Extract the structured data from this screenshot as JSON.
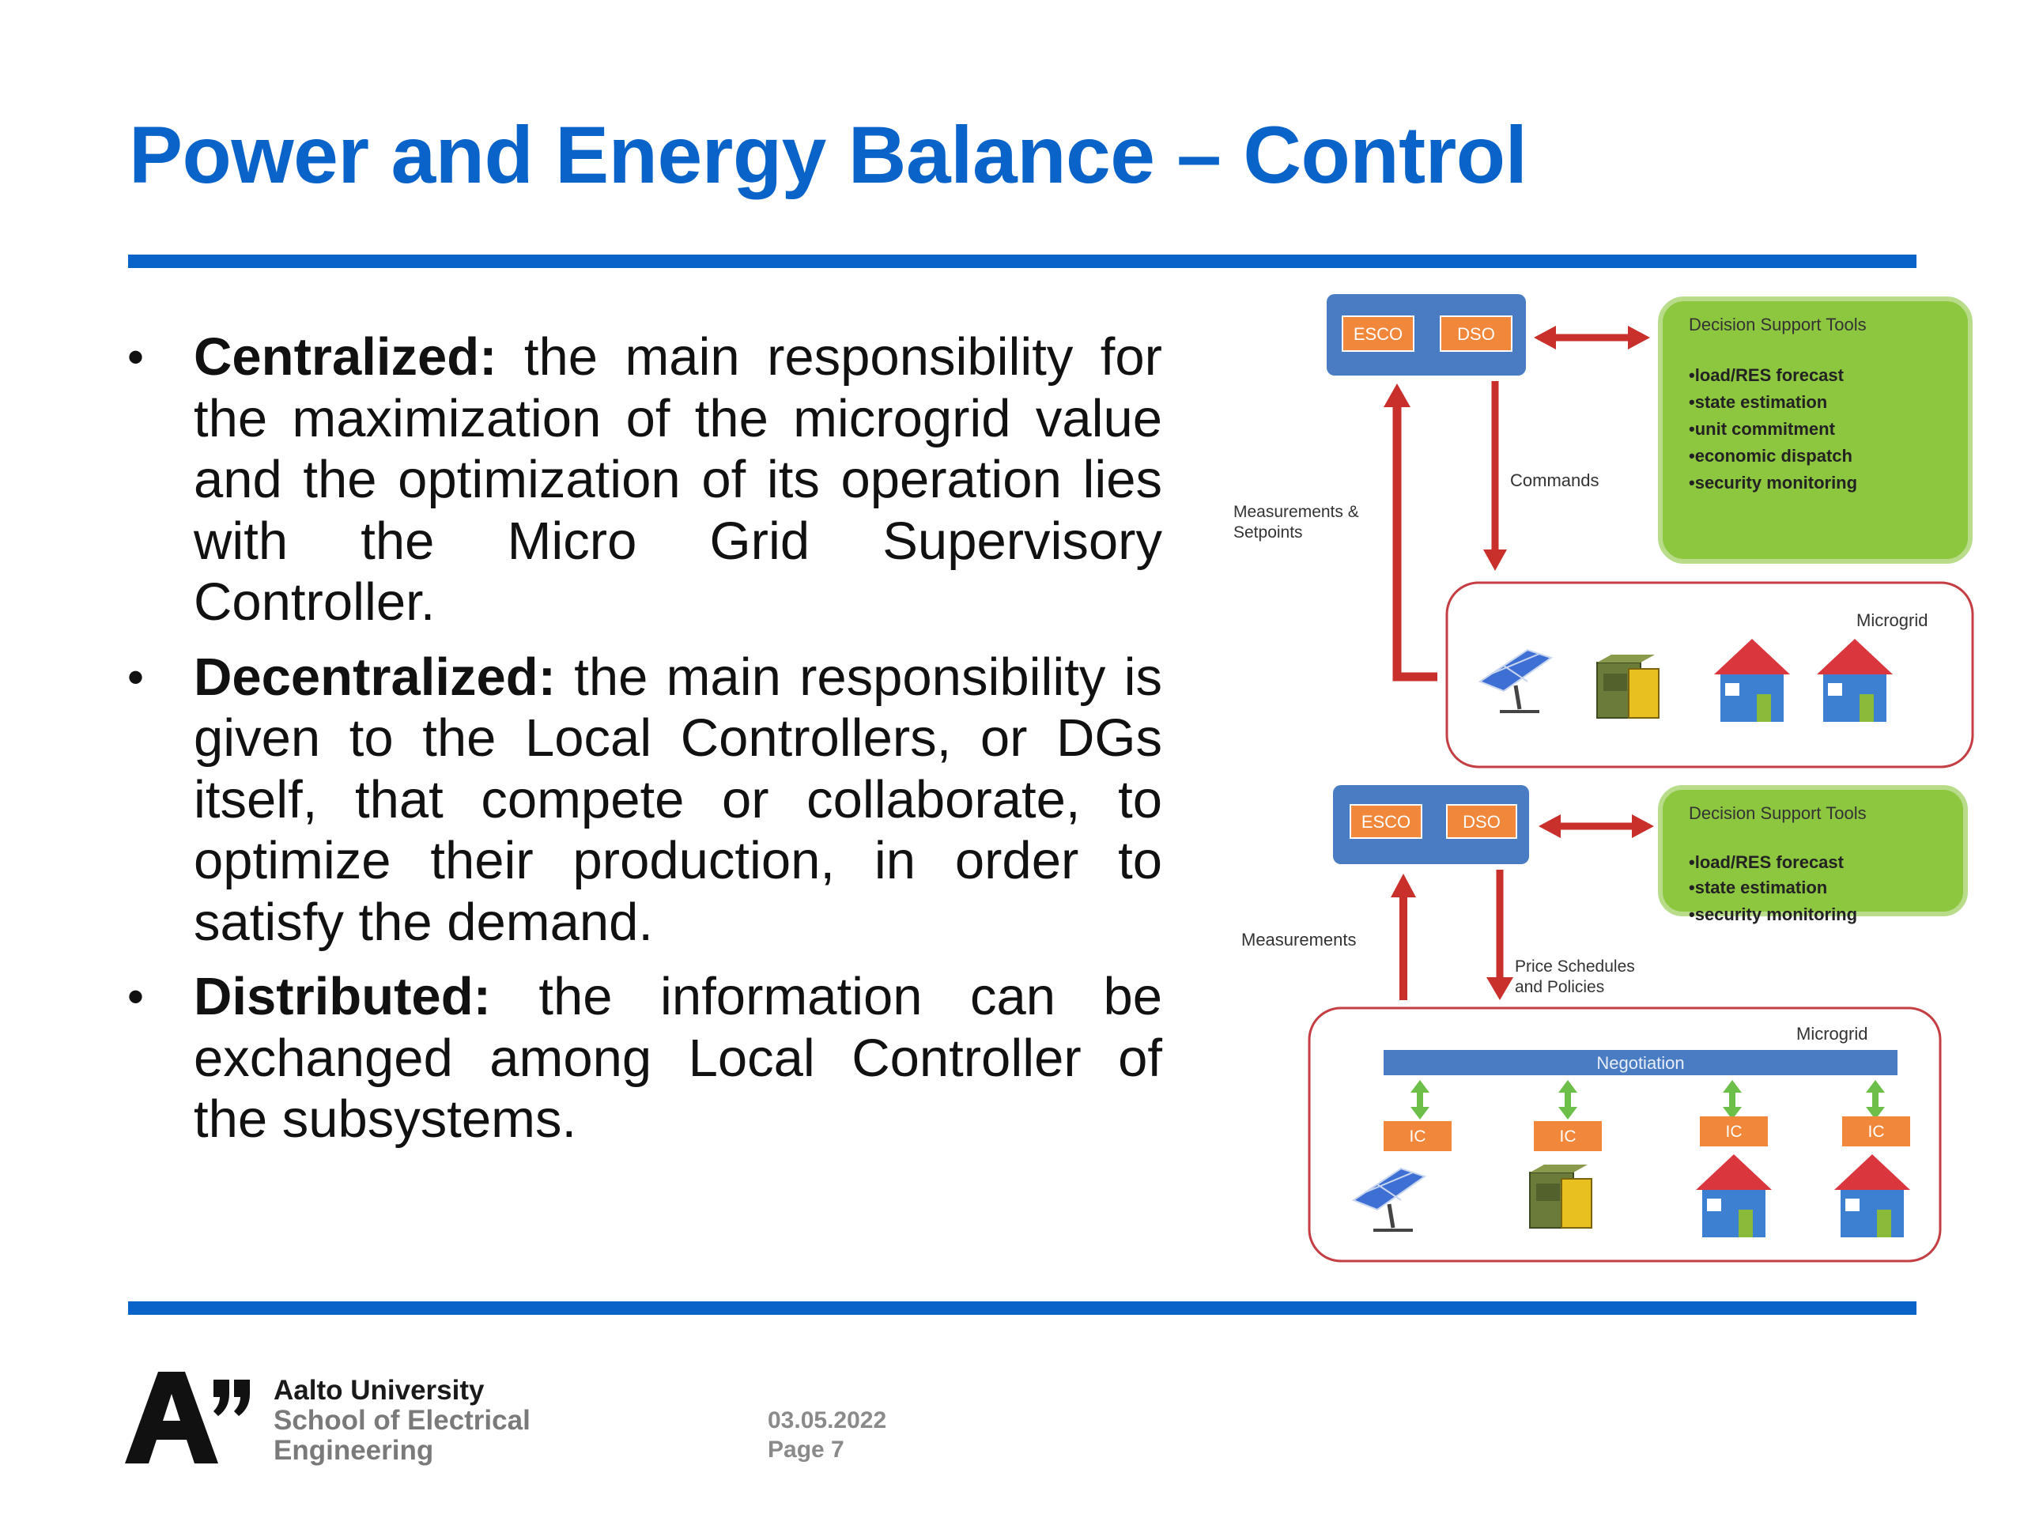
{
  "slide": {
    "title": "Power and Energy Balance – Control"
  },
  "bullets": [
    {
      "term": "Centralized:",
      "text": " the main responsibility for the maximization of the microgrid value and the optimization of its operation lies with the Micro Grid Supervisory Controller."
    },
    {
      "term": "Decentralized:",
      "text": " the main responsibility is given to the Local Controllers, or DGs itself, that compete or collaborate, to optimize their production, in order to satisfy the demand."
    },
    {
      "term": "Distributed:",
      "text": " the information can be exchanged among Local Controller of the subsystems."
    }
  ],
  "diagram_top": {
    "esco": "ESCO",
    "dso": "DSO",
    "dst_title": "Decision Support Tools",
    "dst_items": [
      "•load/RES forecast",
      "•state estimation",
      "•unit commitment",
      "•economic dispatch",
      "•security monitoring"
    ],
    "measurements_line1": "Measurements &",
    "measurements_line2": "Setpoints",
    "commands": "Commands",
    "microgrid": "Microgrid"
  },
  "diagram_bottom": {
    "esco": "ESCO",
    "dso": "DSO",
    "dst_title": "Decision Support Tools",
    "dst_items": [
      "•load/RES forecast",
      "•state estimation",
      "•security monitoring"
    ],
    "measurements": "Measurements",
    "price_line1": "Price Schedules",
    "price_line2": "and Policies",
    "microgrid": "Microgrid",
    "negotiation": "Negotiation",
    "ic_labels": [
      "IC",
      "IC",
      "IC",
      "IC"
    ]
  },
  "footer": {
    "university": "Aalto University",
    "school_line1": "School of Electrical",
    "school_line2": "Engineering",
    "date": "03.05.2022",
    "page": "Page 7",
    "logo_text": "A”"
  },
  "colors": {
    "title_blue": "#0a63c9",
    "box_blue": "#4a7cc4",
    "orange": "#f0873a",
    "green": "#8dc63f",
    "arrow_red": "#c9302c",
    "arrow_green": "#6cc04a"
  }
}
